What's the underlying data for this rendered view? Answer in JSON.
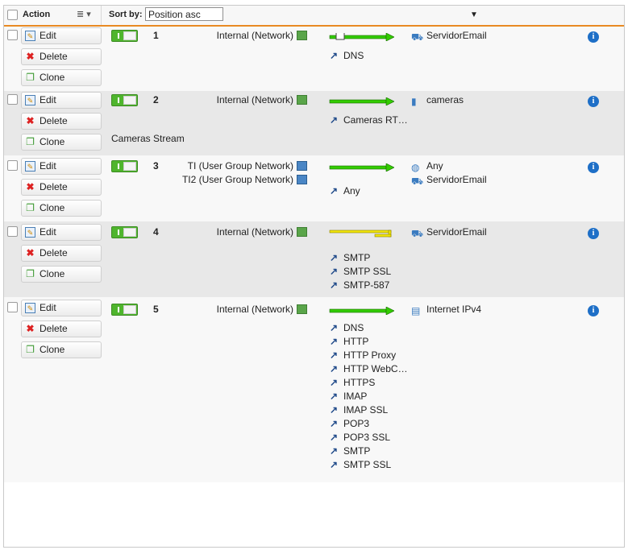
{
  "header": {
    "action_label": "Action",
    "menu_icon": "list-menu-icon",
    "sort_label": "Sort by:",
    "sort_value": "Position asc"
  },
  "buttons": {
    "edit": "Edit",
    "delete": "Delete",
    "clone": "Clone"
  },
  "rules": [
    {
      "position": "1",
      "description": "",
      "sources": [
        "Internal (Network)"
      ],
      "services": [
        "DNS"
      ],
      "destinations": [
        "ServidorEmail"
      ],
      "arrow": "green"
    },
    {
      "position": "2",
      "description": "Cameras Stream",
      "sources": [
        "Internal (Network)"
      ],
      "services": [
        "Cameras RT…"
      ],
      "destinations": [
        "cameras"
      ],
      "arrow": "green"
    },
    {
      "position": "3",
      "description": "",
      "sources": [
        "TI (User Group Network)",
        "TI2 (User Group Network)"
      ],
      "services": [
        "Any"
      ],
      "destinations": [
        "Any",
        "ServidorEmail"
      ],
      "arrow": "green"
    },
    {
      "position": "4",
      "description": "",
      "sources": [
        "Internal (Network)"
      ],
      "services": [
        "SMTP",
        "SMTP SSL",
        "SMTP-587"
      ],
      "destinations": [
        "ServidorEmail"
      ],
      "arrow": "yellow"
    },
    {
      "position": "5",
      "description": "",
      "sources": [
        "Internal (Network)"
      ],
      "services": [
        "DNS",
        "HTTP",
        "HTTP Proxy",
        "HTTP WebC…",
        "HTTPS",
        "IMAP",
        "IMAP SSL",
        "POP3",
        "POP3 SSL",
        "SMTP",
        "SMTP SSL"
      ],
      "destinations": [
        "Internet IPv4"
      ],
      "arrow": "green"
    }
  ],
  "colors": {
    "header_border": "#e98a23",
    "toggle_on": "#4fb52d",
    "arrow_green": "#33cc00",
    "arrow_yellow": "#f2e600",
    "info": "#1e6fc7"
  }
}
